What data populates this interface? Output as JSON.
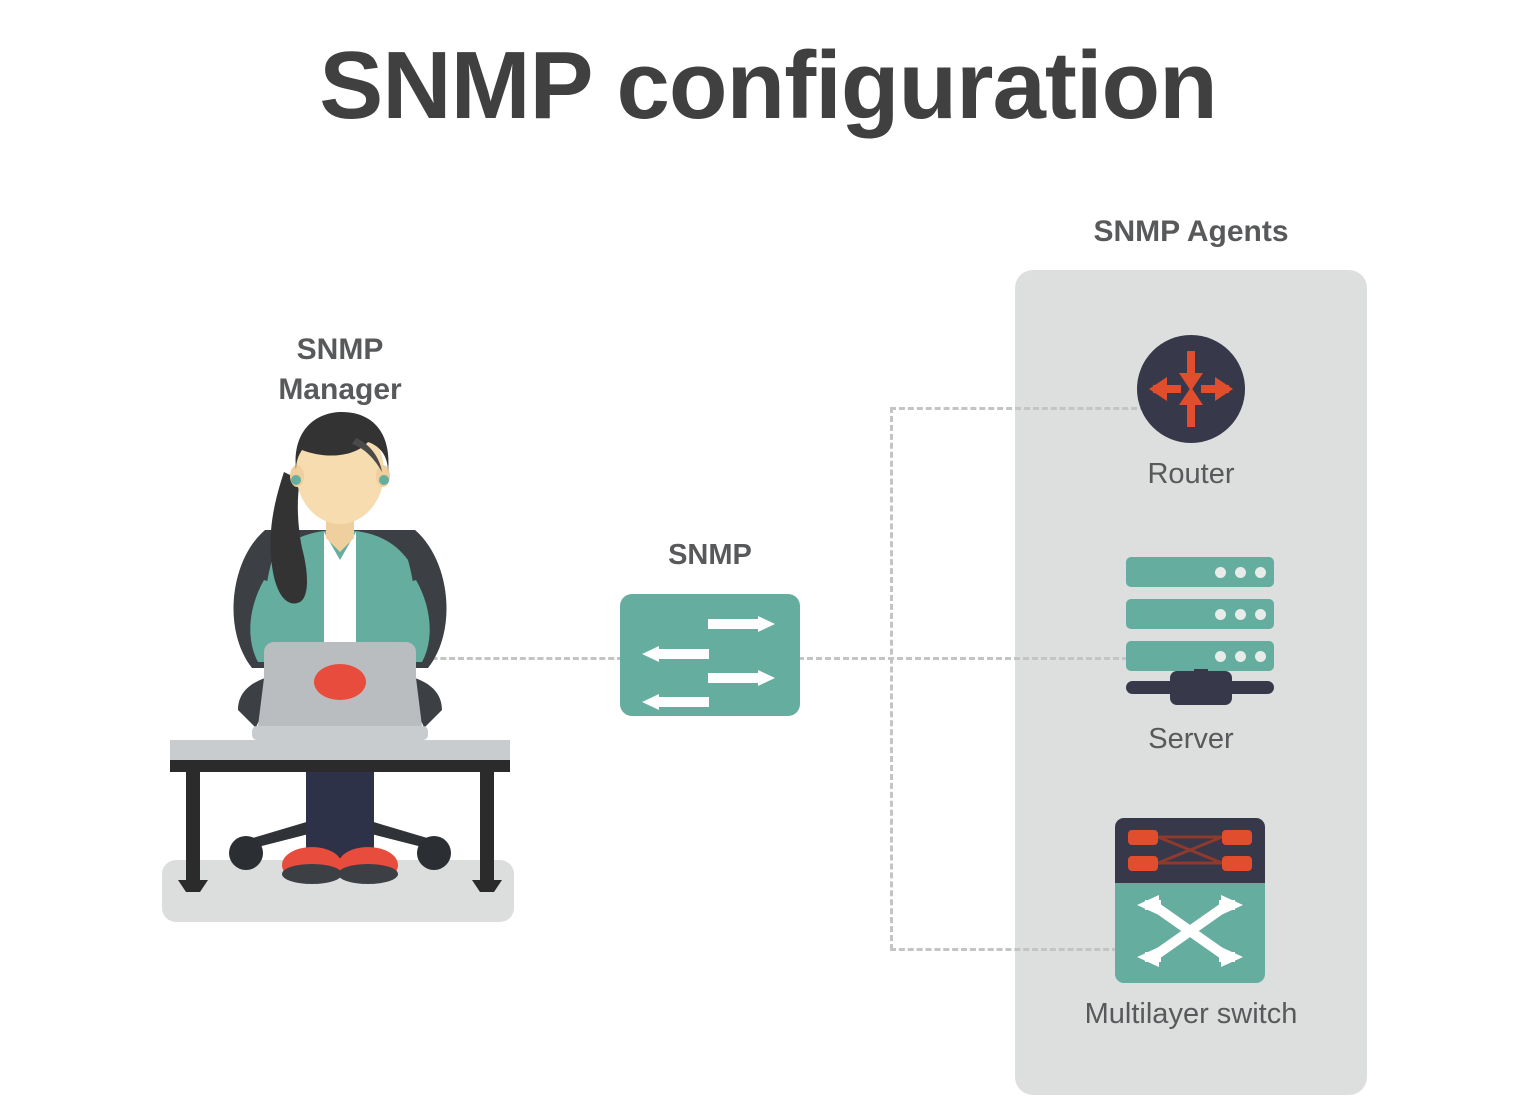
{
  "page": {
    "title": "SNMP configuration",
    "background": "#FFFFFF"
  },
  "colors": {
    "title_text": "#404041",
    "heading_text": "#58595B",
    "label_text": "#58595B",
    "teal": "#65AD9F",
    "navy": "#373849",
    "red_accent": "#E04E2E",
    "panel_gray": "#DDDEDE",
    "dash_gray": "#C3C4C4",
    "laptop_gray": "#B9BDC0",
    "skin": "#F7DCAF",
    "hair": "#333333",
    "pants_navy": "#2E3248",
    "shoe_red": "#E84C3D",
    "floor_gray": "#DCDDDD",
    "desk_top": "#C9CCCE",
    "desk_leg": "#2B2B2B",
    "chair_dark": "#3C3F44"
  },
  "manager": {
    "heading": "SNMP\nManager",
    "heading_line1": "SNMP",
    "heading_line2": "Manager",
    "illustration_name": "person-at-desk-with-laptop",
    "laptop_logo": "red-ellipse"
  },
  "protocol": {
    "heading": "SNMP",
    "box_icon": "bidirectional-arrows",
    "arrows": [
      {
        "direction": "right"
      },
      {
        "direction": "left"
      },
      {
        "direction": "right"
      },
      {
        "direction": "left"
      }
    ]
  },
  "agents": {
    "heading": "SNMP Agents",
    "devices": [
      {
        "id": "router",
        "label": "Router",
        "icon": "router-icon",
        "shape": "circle",
        "fill": "#373849",
        "accent": "#E04E2E",
        "arrow_count": 4
      },
      {
        "id": "server",
        "label": "Server",
        "icon": "server-icon",
        "shape": "stacked-bars",
        "fill": "#65AD9F",
        "accent": "#373849",
        "bar_count": 3,
        "leds_per_bar": 3
      },
      {
        "id": "multilayer-switch",
        "label": "Multilayer switch",
        "icon": "multilayer-switch-icon",
        "shape": "square-two-tone",
        "fill_top": "#373849",
        "fill_bottom": "#65AD9F",
        "accent": "#E04E2E",
        "port_count": 4
      }
    ]
  },
  "connections": [
    {
      "from": "snmp-manager",
      "to": "snmp-protocol",
      "style": "dashed"
    },
    {
      "from": "snmp-protocol",
      "to": "agents-trunk",
      "style": "dashed"
    },
    {
      "from": "agents-trunk",
      "to": "router",
      "style": "dashed"
    },
    {
      "from": "agents-trunk",
      "to": "server",
      "style": "dashed"
    },
    {
      "from": "agents-trunk",
      "to": "multilayer-switch",
      "style": "dashed"
    }
  ]
}
